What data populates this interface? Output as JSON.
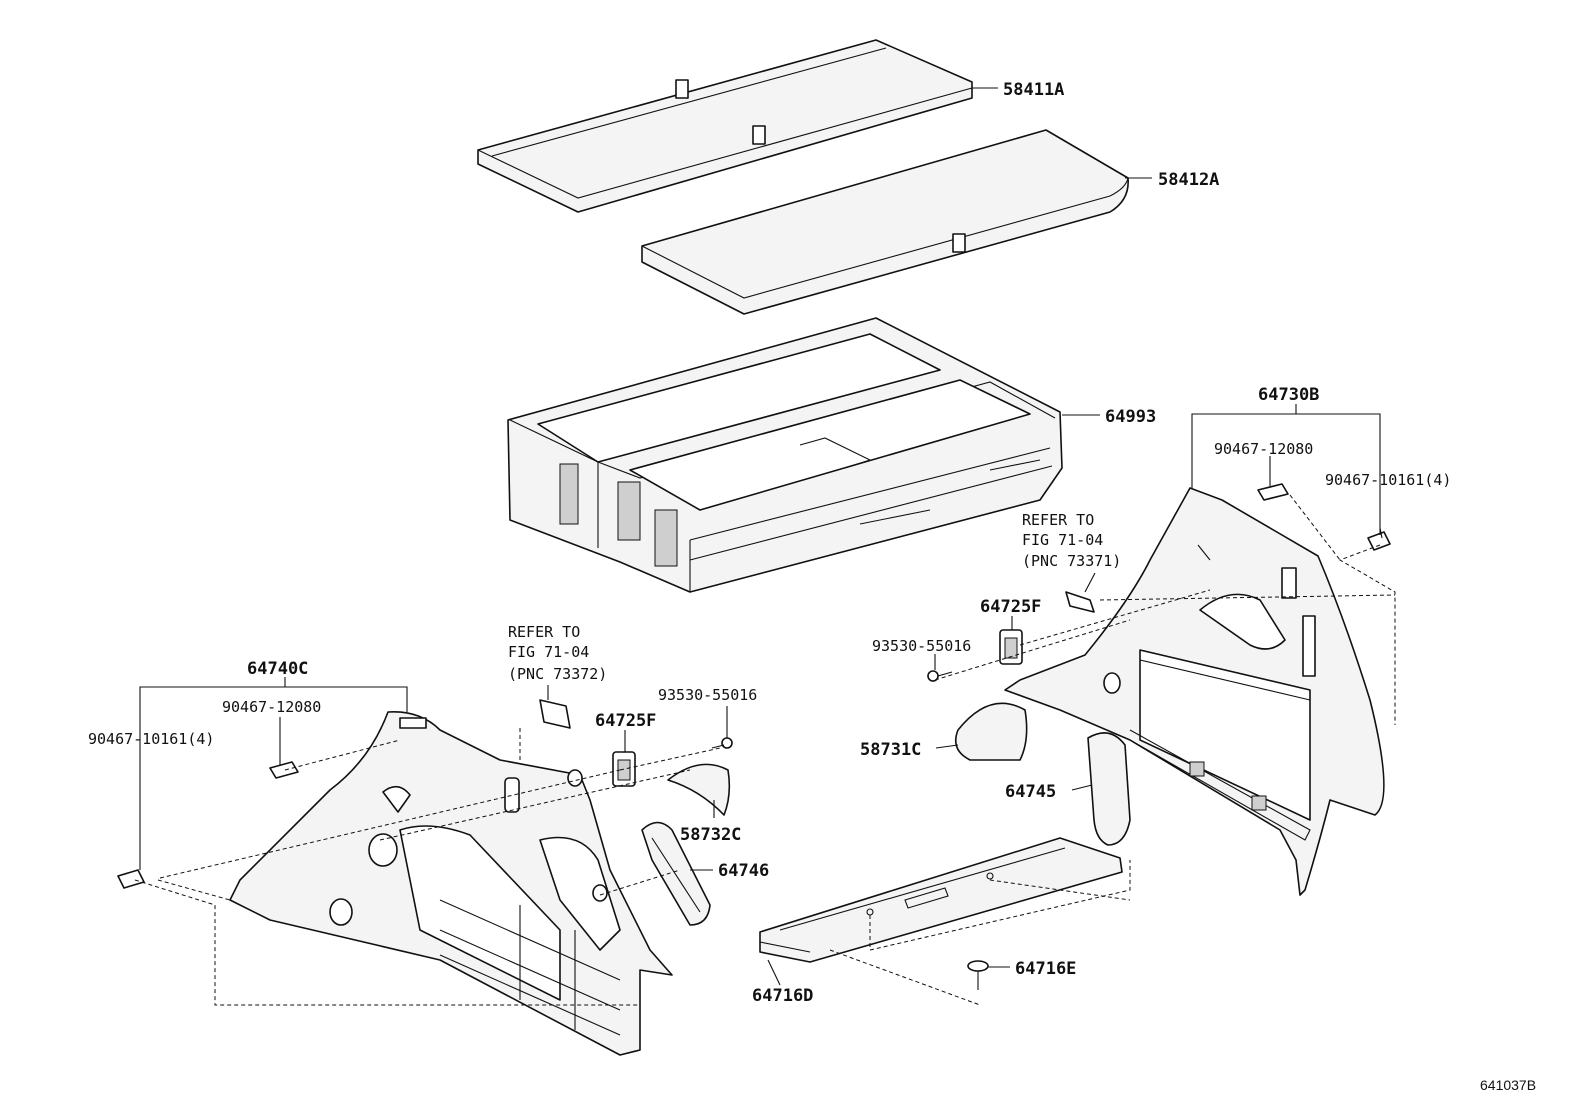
{
  "labels": {
    "p58411A": "58411A",
    "p58412A": "58412A",
    "p64993": "64993",
    "p64730B": "64730B",
    "p90467_12080_r": "90467-12080",
    "p90467_10161_r": "90467-10161(4)",
    "ref_r_1": "REFER TO",
    "ref_r_2": "FIG 71-04",
    "ref_r_3": "(PNC 73371)",
    "p64725F_r": "64725F",
    "p93530_r": "93530-55016",
    "p58731C": "58731C",
    "p64745": "64745",
    "p64716E": "64716E",
    "p64716D": "64716D",
    "p64740C": "64740C",
    "p90467_12080_l": "90467-12080",
    "p90467_10161_l": "90467-10161(4)",
    "ref_l_1": "REFER TO",
    "ref_l_2": "FIG 71-04",
    "ref_l_3": "(PNC 73372)",
    "p64725F_l": "64725F",
    "p93530_l": "93530-55016",
    "p58732C": "58732C",
    "p64746": "64746",
    "figure_id": "641037B"
  }
}
